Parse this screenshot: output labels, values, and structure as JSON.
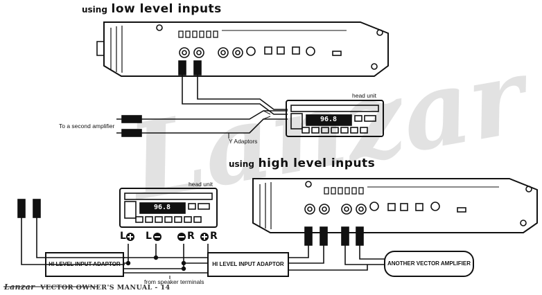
{
  "headings": {
    "low_prefix": "using",
    "low_main": "low level inputs",
    "high_prefix": "using",
    "high_main": "high level inputs"
  },
  "labels": {
    "head_unit_top": "head unit",
    "head_unit_bottom": "head unit",
    "second_amplifier": "To a second amplifier",
    "y_adaptors": "Y Adaptors",
    "from_speaker_terminals": "from speaker terminals",
    "display_top": "96.8",
    "display_bottom": "96.8"
  },
  "terminals": {
    "left_pos": "L",
    "left_neg": "L",
    "right_neg": "R",
    "right_pos": "R"
  },
  "boxes": {
    "adaptor_left": "HI LEVEL INPUT ADAPTOR",
    "adaptor_center": "HI LEVEL INPUT ADAPTOR",
    "another_amp": "ANOTHER VECTOR AMPLIFIER"
  },
  "footer": {
    "brand": "Lanzar",
    "text": "VECTOR OWNER'S MANUAL - 14"
  },
  "watermark": "Lanzar",
  "colors": {
    "ink": "#111111",
    "watermark": "#e2e2e2"
  }
}
